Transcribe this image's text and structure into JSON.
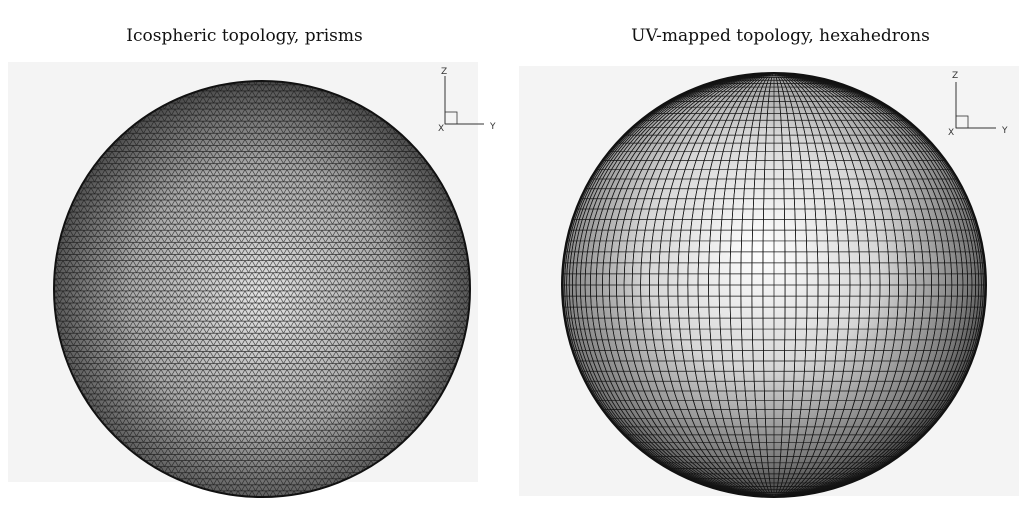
{
  "panels": [
    {
      "title": "Icospheric topology, prisms",
      "axes": {
        "z": "Z",
        "x": "X",
        "y": "Y"
      },
      "mesh": "triangular"
    },
    {
      "title": "UV-mapped topology, hexahedrons",
      "axes": {
        "z": "Z",
        "x": "X",
        "y": "Y"
      },
      "mesh": "quadrilateral"
    }
  ],
  "colors": {
    "sphere_highlight": "#f5f5f5",
    "sphere_shadow": "#2a2a2a",
    "mesh_line": "#141414"
  }
}
